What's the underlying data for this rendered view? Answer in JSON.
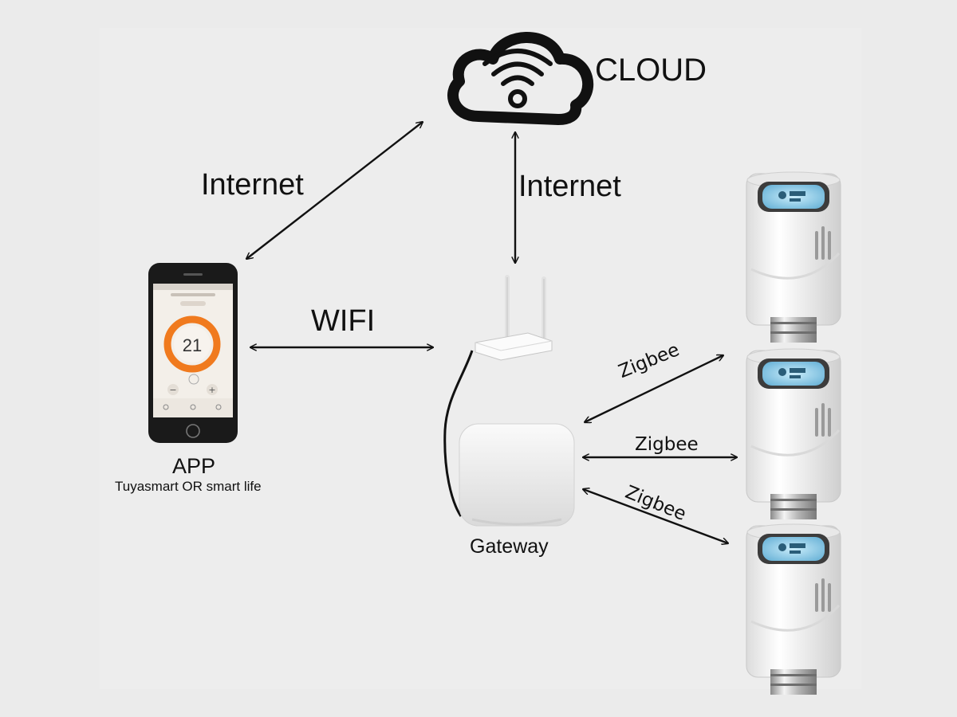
{
  "labels": {
    "cloud": "CLOUD",
    "internet_left": "Internet",
    "internet_right": "Internet",
    "wifi": "WIFI",
    "app_title": "APP",
    "app_subtitle": "Tuyasmart OR smart life",
    "gateway": "Gateway",
    "zigbee_1": "Zigbee",
    "zigbee_2": "Zigbee",
    "zigbee_3": "Zigbee"
  },
  "phone_screen": {
    "temperature": "21",
    "minus": "−",
    "plus": "+"
  },
  "colors": {
    "background": "#ebebeb",
    "line": "#111111",
    "dial_orange": "#f07a1e",
    "lcd_blue": "#9fd4ee"
  },
  "icons": [
    "cloud-wifi-icon",
    "phone-app",
    "router",
    "gateway-hub",
    "thermostat-valve"
  ]
}
